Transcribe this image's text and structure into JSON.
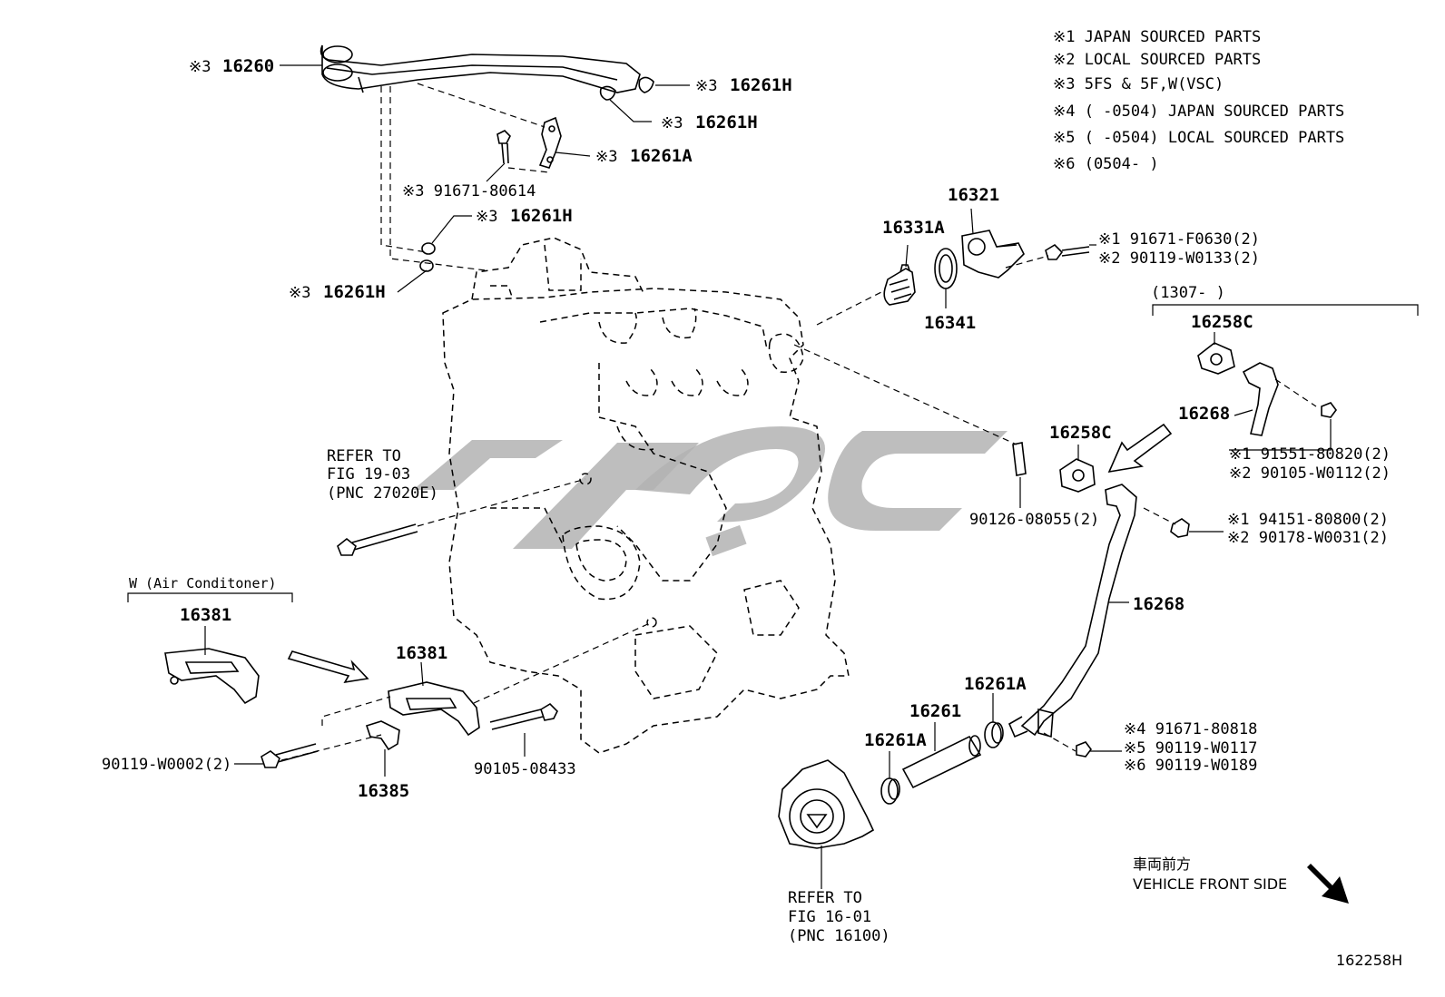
{
  "legend": [
    "※1 JAPAN SOURCED PARTS",
    "※2 LOCAL SOURCED PARTS",
    "※3 5FS & 5F,W(VSC)",
    "※4 (     -0504) JAPAN SOURCED PARTS",
    "※5 (     -0504) LOCAL SOURCED PARTS",
    "※6 (0504-     )"
  ],
  "labels": {
    "l16260_note": "※3",
    "l16260": "16260",
    "l16261H_a_note": "※3",
    "l16261H_a": "16261H",
    "l16261H_b_note": "※3",
    "l16261H_b": "16261H",
    "l16261A_a_note": "※3",
    "l16261A_a": "16261A",
    "l91671_80614": "※3 91671-80614",
    "l16261H_c_note": "※3",
    "l16261H_c": "16261H",
    "l16261H_d_note": "※3",
    "l16261H_d": "16261H",
    "l16321": "16321",
    "l16331A": "16331A",
    "l16341": "16341",
    "l91671_F0630": "※1  91671-F0630(2)",
    "l90119_W0133": "※2  90119-W0133(2)",
    "l1307_range": "(1307-      )",
    "l16258C_a": "16258C",
    "l16268_a": "16268",
    "l91551_80820": "※1  91551-80820(2)",
    "l90105_W0112": "※2  90105-W0112(2)",
    "l16258C_b": "16258C",
    "l90126_08055": "90126-08055(2)",
    "l94151_80800": "※1  94151-80800(2)",
    "l90178_W0031": "※2  90178-W0031(2)",
    "l16268_b": "16268",
    "refer1_line1": "REFER TO",
    "refer1_line2": "FIG 19-03",
    "refer1_line3": "(PNC 27020E)",
    "w_aircon": "W (Air Conditoner)",
    "l16381_a": "16381",
    "l16381_b": "16381",
    "l90119_W0002": "90119-W0002(2)",
    "l16385": "16385",
    "l90105_08433": "90105-08433",
    "l16261A_b": "16261A",
    "l16261": "16261",
    "l16261A_c": "16261A",
    "l91671_80818": "※4  91671-80818",
    "l90119_W0117": "※5  90119-W0117",
    "l90119_W0189": "※6  90119-W0189",
    "refer2_line1": "REFER TO",
    "refer2_line2": "FIG 16-01",
    "refer2_line3": "(PNC 16100)",
    "front_jp": "車両前方",
    "front_en": "VEHICLE FRONT SIDE",
    "diagram_code": "162258H"
  }
}
